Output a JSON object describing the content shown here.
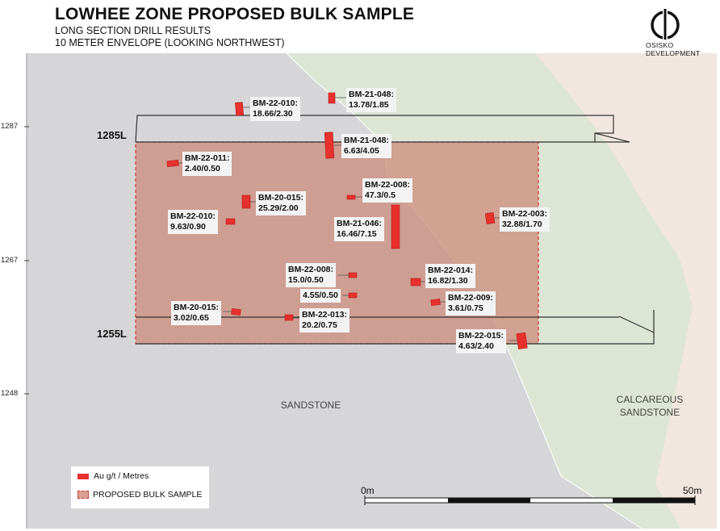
{
  "header": {
    "title": "LOWHEE ZONE PROPOSED BULK SAMPLE",
    "subtitle_1": "LONG SECTION DRILL RESULTS",
    "subtitle_2": "10 METER ENVELOPE (LOOKING NORTHWEST)",
    "logo_text": "OSISKO DEVELOPMENT"
  },
  "elevation_ticks": [
    "1287",
    "1267",
    "1248"
  ],
  "levels": [
    "1285L",
    "1255L"
  ],
  "zones": {
    "sandstone": "SANDSTONE",
    "calcareous_1": "CALCAREOUS",
    "calcareous_2": "SANDSTONE"
  },
  "drill_results": [
    {
      "hole": "BM-22-010:",
      "result": "18.66/2.30"
    },
    {
      "hole": "BM-21-048:",
      "result": "13.78/1.85"
    },
    {
      "hole": "BM-21-048:",
      "result": "6.63/4.05"
    },
    {
      "hole": "BM-22-011:",
      "result": "2.40/0.50"
    },
    {
      "hole": "BM-22-008:",
      "result": "47.3/0.5"
    },
    {
      "hole": "BM-20-015:",
      "result": "25.29/2.00"
    },
    {
      "hole": "BM-22-010:",
      "result": "9.63/0.90"
    },
    {
      "hole": "BM-21-046:",
      "result": "16.46/7.15"
    },
    {
      "hole": "BM-22-003:",
      "result": "32.88/1.70"
    },
    {
      "hole": "BM-22-008:",
      "result": "15.0/0.50"
    },
    {
      "hole": "BM-22-014:",
      "result": "16.82/1.30"
    },
    {
      "hole": "",
      "result": "4.55/0.50"
    },
    {
      "hole": "BM-22-009:",
      "result": "3.61/0.75"
    },
    {
      "hole": "BM-20-015:",
      "result": "3.02/0.65"
    },
    {
      "hole": "BM-22-013:",
      "result": "20.2/0.75"
    },
    {
      "hole": "BM-22-015:",
      "result": "4.63/2.40"
    }
  ],
  "legend": {
    "intercept": "Au g/t / Metres",
    "bulk": "PROPOSED BULK SAMPLE"
  },
  "scale": {
    "start": "0m",
    "end": "50m"
  },
  "colors": {
    "sandstone": "#d6d6d8",
    "calcareous": "#dde5d5",
    "pink": "#f1e7e0",
    "bulk_fill": "#cd8e7e",
    "intercept": "#e8302e"
  }
}
